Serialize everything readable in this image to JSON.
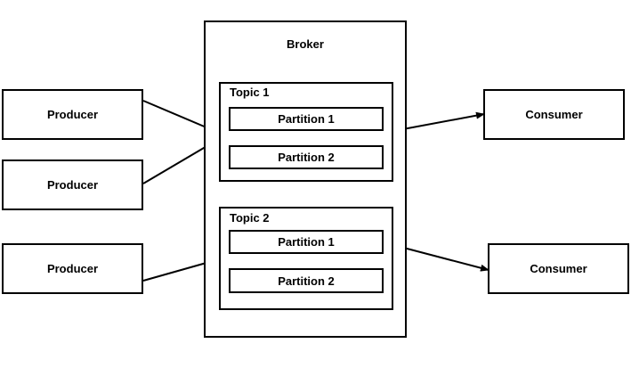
{
  "broker": {
    "label": "Broker",
    "topics": [
      {
        "label": "Topic 1",
        "partitions": [
          "Partition 1",
          "Partition 2"
        ]
      },
      {
        "label": "Topic 2",
        "partitions": [
          "Partition 1",
          "Partition 2"
        ]
      }
    ]
  },
  "producers": [
    "Producer",
    "Producer",
    "Producer"
  ],
  "consumers": [
    "Consumer",
    "Consumer"
  ],
  "colors": {
    "stroke": "#000000",
    "background": "#ffffff"
  }
}
